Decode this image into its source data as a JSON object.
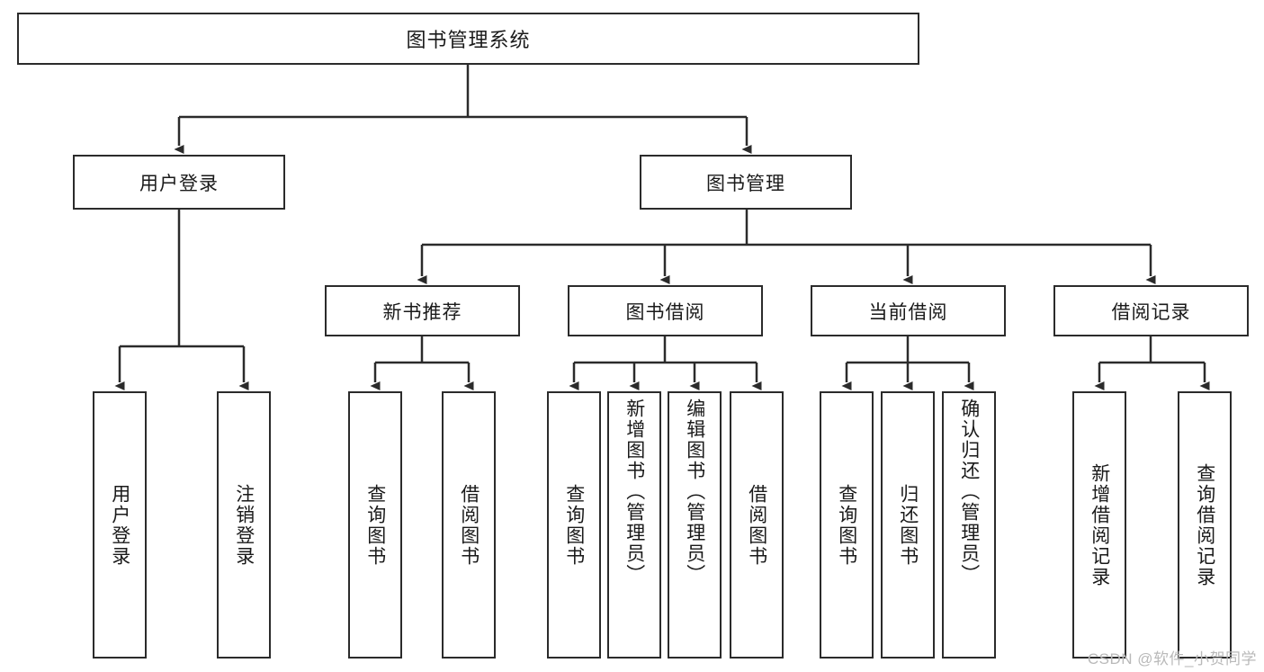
{
  "diagram": {
    "type": "tree-hierarchy",
    "title": "图书管理系统",
    "watermark": "CSDN @软件_小贺同学",
    "colors": {
      "border": "#2b2b2b",
      "background": "#ffffff",
      "text": "#1a1a1a",
      "watermark": "#b9b9b9"
    },
    "levels": {
      "root": {
        "label": "图书管理系统"
      },
      "level2": [
        {
          "id": "user-login",
          "label": "用户登录"
        },
        {
          "id": "book-management",
          "label": "图书管理"
        }
      ],
      "level3": [
        {
          "id": "new-book-recommend",
          "label": "新书推荐",
          "parent": "book-management"
        },
        {
          "id": "book-borrow",
          "label": "图书借阅",
          "parent": "book-management"
        },
        {
          "id": "current-borrow",
          "label": "当前借阅",
          "parent": "book-management"
        },
        {
          "id": "borrow-record",
          "label": "借阅记录",
          "parent": "book-management"
        }
      ],
      "leaves": [
        {
          "id": "leaf-user-login",
          "label": "用户登录",
          "parent": "user-login"
        },
        {
          "id": "leaf-logout",
          "label": "注销登录",
          "parent": "user-login"
        },
        {
          "id": "leaf-query-book-1",
          "label": "查询图书",
          "parent": "new-book-recommend"
        },
        {
          "id": "leaf-borrow-book-1",
          "label": "借阅图书",
          "parent": "new-book-recommend"
        },
        {
          "id": "leaf-query-book-2",
          "label": "查询图书",
          "parent": "book-borrow"
        },
        {
          "id": "leaf-add-book",
          "label": "新增图书（管理员）",
          "parent": "book-borrow"
        },
        {
          "id": "leaf-edit-book",
          "label": "编辑图书（管理员）",
          "parent": "book-borrow"
        },
        {
          "id": "leaf-borrow-book-2",
          "label": "借阅图书",
          "parent": "book-borrow"
        },
        {
          "id": "leaf-query-book-3",
          "label": "查询图书",
          "parent": "current-borrow"
        },
        {
          "id": "leaf-return-book",
          "label": "归还图书",
          "parent": "current-borrow"
        },
        {
          "id": "leaf-confirm-return",
          "label": "确认归还（管理员）",
          "parent": "current-borrow"
        },
        {
          "id": "leaf-add-record",
          "label": "新增借阅记录",
          "parent": "borrow-record"
        },
        {
          "id": "leaf-query-record",
          "label": "查询借阅记录",
          "parent": "borrow-record"
        }
      ]
    }
  }
}
